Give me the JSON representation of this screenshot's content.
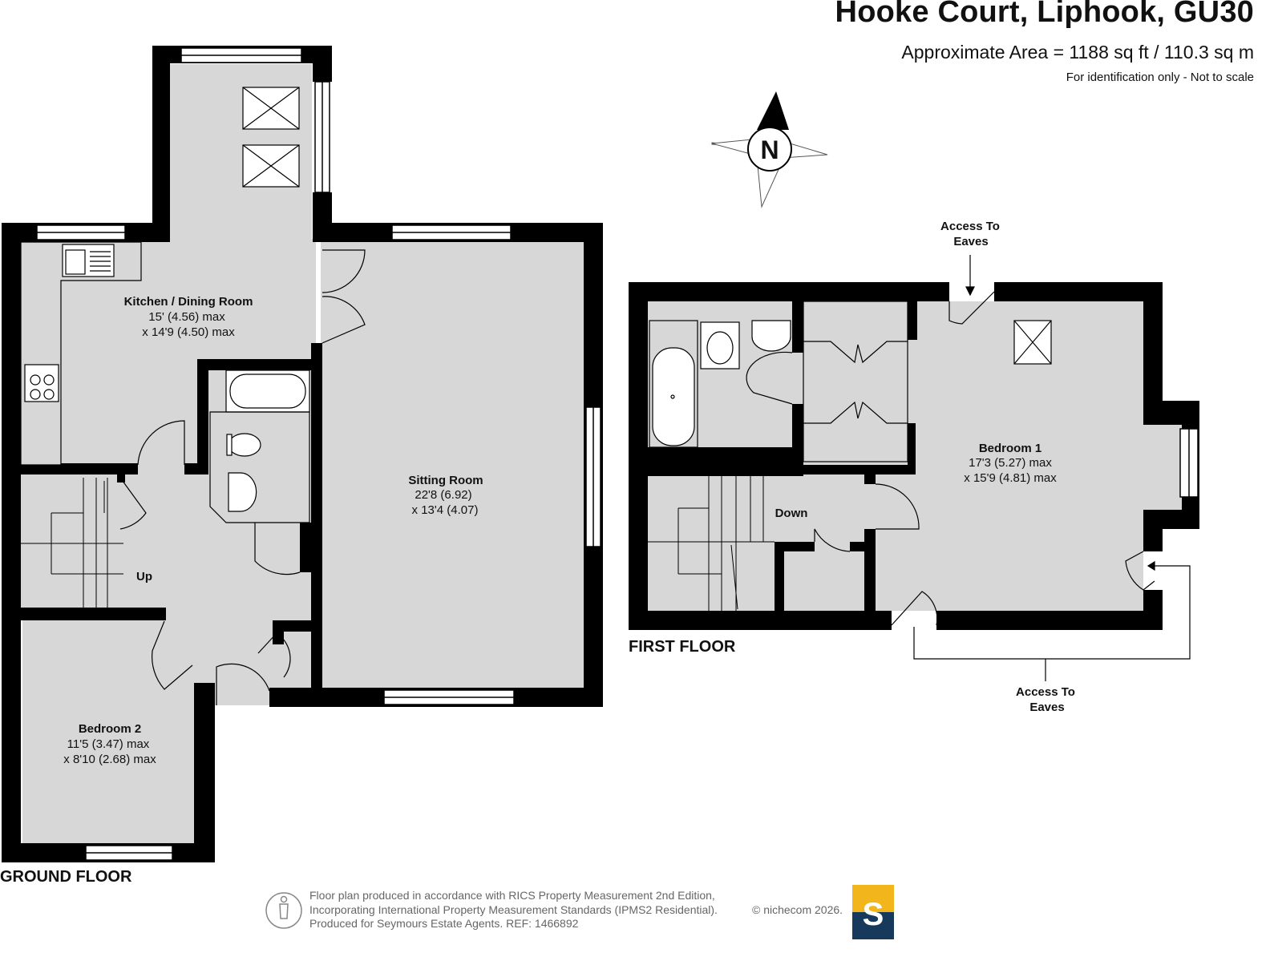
{
  "header": {
    "title": "Hooke Court, Liphook, GU30",
    "area": "Approximate Area = 1188 sq ft / 110.3 sq m",
    "note": "For identification only - Not to scale"
  },
  "compass": {
    "letter": "N"
  },
  "floors": {
    "ground": "GROUND FLOOR",
    "first": "FIRST FLOOR"
  },
  "rooms": {
    "kitchen": {
      "name": "Kitchen / Dining Room",
      "dim1": "15' (4.56) max",
      "dim2": "x 14'9 (4.50) max"
    },
    "sitting": {
      "name": "Sitting Room",
      "dim1": "22'8 (6.92)",
      "dim2": "x 13'4 (4.07)"
    },
    "bedroom2": {
      "name": "Bedroom 2",
      "dim1": "11'5 (3.47) max",
      "dim2": "x 8'10 (2.68) max"
    },
    "bedroom1": {
      "name": "Bedroom 1",
      "dim1": "17'3 (5.27) max",
      "dim2": "x 15'9 (4.81) max"
    }
  },
  "labels": {
    "up": "Up",
    "down": "Down",
    "eaves_top_1": "Access To",
    "eaves_top_2": "Eaves",
    "eaves_bottom_1": "Access To",
    "eaves_bottom_2": "Eaves"
  },
  "footer": {
    "line1": "Floor plan produced in accordance with RICS Property Measurement 2nd Edition,",
    "line2": "Incorporating International Property Measurement Standards (IPMS2 Residential).",
    "line3": "Produced for Seymours Estate Agents.   REF: 1466892",
    "copyright": "© nichecom 2026.",
    "logo_letter": "S"
  },
  "colors": {
    "wall": "#000000",
    "floor": "#d7d7d7",
    "logo_top": "#f2b51b",
    "logo_bottom": "#16395c"
  }
}
